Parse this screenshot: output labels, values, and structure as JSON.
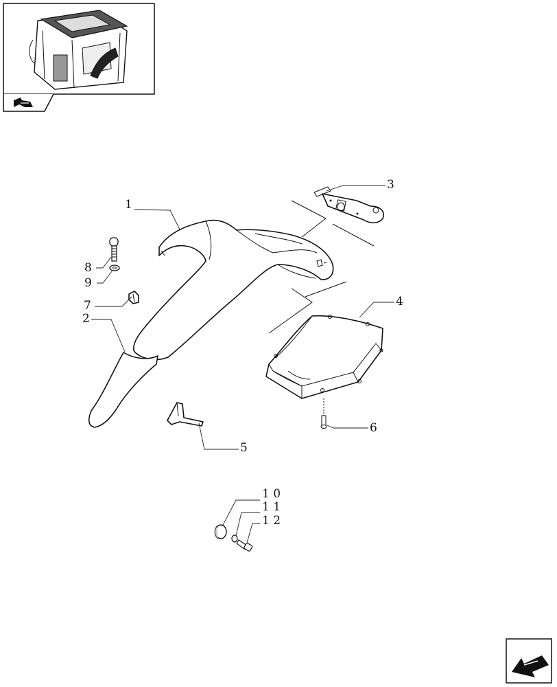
{
  "callouts": {
    "c1": "1",
    "c2": "2",
    "c3": "3",
    "c4": "4",
    "c5": "5",
    "c6": "6",
    "c7": "7",
    "c8": "8",
    "c9": "9",
    "c10": "1 0",
    "c11": "1 1",
    "c12": "1 2"
  },
  "icons": {
    "thumbnail": "tractor-cab-thumbnail-icon",
    "back_nav": "previous-page-arrow-icon",
    "next_nav": "next-page-arrow-icon"
  },
  "colors": {
    "line": "#111111",
    "background": "#ffffff"
  }
}
